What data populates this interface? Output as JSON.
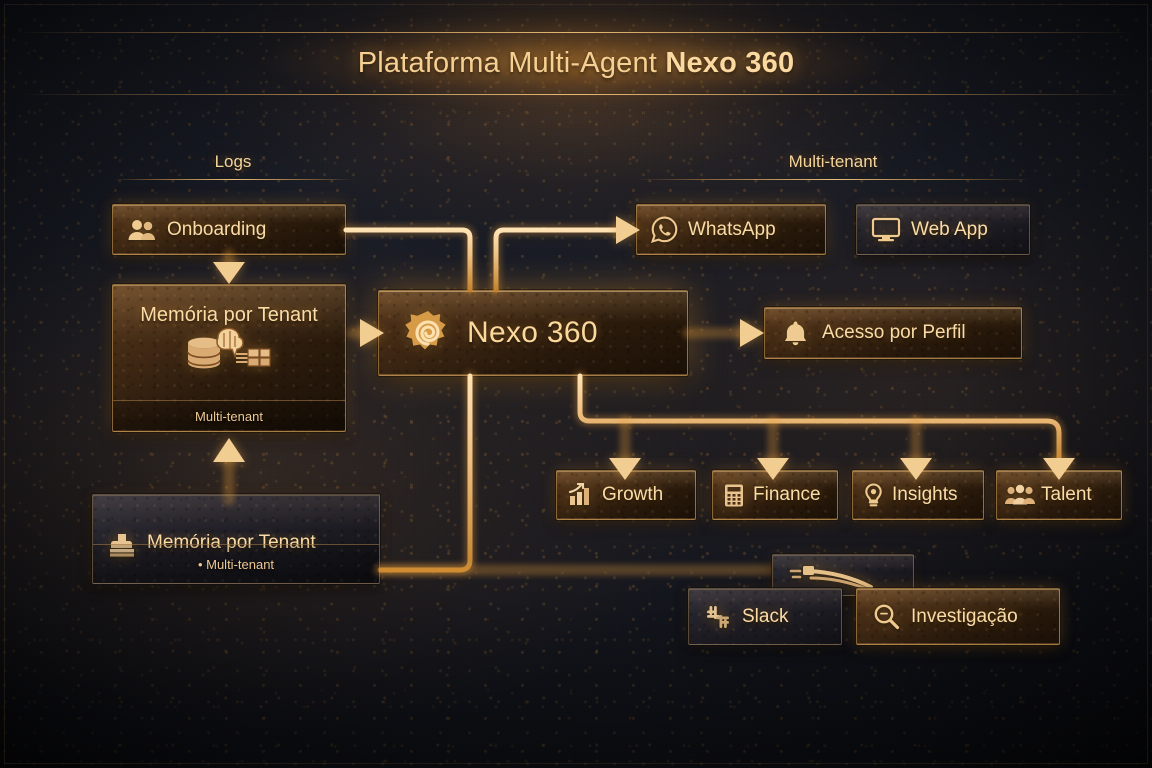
{
  "title": {
    "prefix": "Plataforma Multi-Agent ",
    "brand": "Nexo 360"
  },
  "sections": [
    {
      "id": "logs",
      "label": "Logs"
    },
    {
      "id": "multitenant",
      "label": "Multi-tenant"
    }
  ],
  "nodes": {
    "onboarding": {
      "label": "Onboarding",
      "icon": "people-icon"
    },
    "memoria_mid": {
      "label": "Memória por Tenant",
      "footer": "Multi-tenant",
      "icon": "database-brain-icon"
    },
    "memoria_low": {
      "label": "Memória por Tenant",
      "footer": "• Multi-tenant",
      "icon": "stamp-icon"
    },
    "nexo": {
      "label": "Nexo 360",
      "icon": "spiral-sun-icon"
    },
    "whatsapp": {
      "label": "WhatsApp",
      "icon": "whatsapp-icon"
    },
    "webapp": {
      "label": "Web App",
      "icon": "monitor-icon"
    },
    "acesso": {
      "label": "Acesso por Perfil",
      "icon": "bell-icon"
    },
    "growth": {
      "label": "Growth",
      "icon": "bar-chart-up-icon"
    },
    "finance": {
      "label": "Finance",
      "icon": "calculator-icon"
    },
    "insights": {
      "label": "Insights",
      "icon": "lightbulb-icon"
    },
    "talent": {
      "label": "Talent",
      "icon": "people-group-icon"
    },
    "hidden": {
      "label": "",
      "icon": "swoosh-icon"
    },
    "slack": {
      "label": "Slack",
      "icon": "slack-icon"
    },
    "investigacao": {
      "label": "Investigação",
      "icon": "magnifier-icon"
    }
  },
  "colors": {
    "gold_light": "#fbdca6",
    "gold": "#e8a84a",
    "gold_deep": "#c07a2a",
    "panel_dark": "#2a2832",
    "panel_bronze": "#4a2f17",
    "background": "#15171f"
  }
}
